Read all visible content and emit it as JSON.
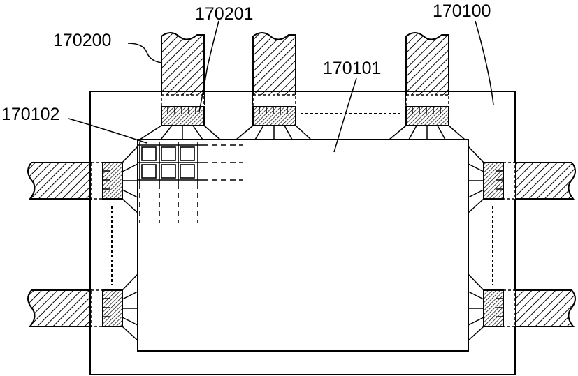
{
  "labels": {
    "panel": "170100",
    "pixel_region": "170101",
    "pixel": "170102",
    "fpc": "170200",
    "connection": "170201"
  },
  "colors": {
    "line": "#000000",
    "background": "#ffffff"
  }
}
